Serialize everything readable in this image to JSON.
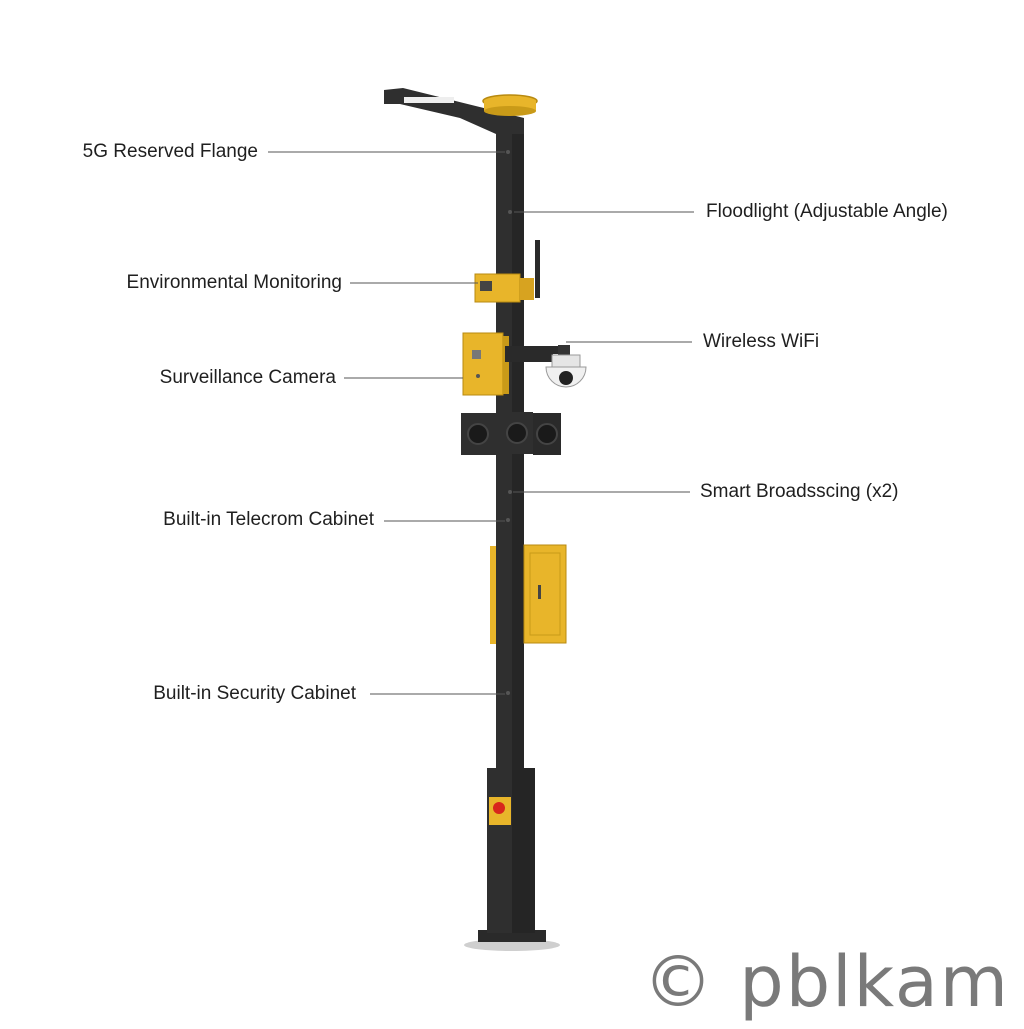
{
  "labels": {
    "flange": "5G Reserved Flange",
    "floodlight": "Floodlight (Adjustable Angle)",
    "env": "Environmental Monitoring",
    "wifi": "Wireless WiFi",
    "camera": "Surveillance Camera",
    "broadcast": "Smart Broadsscing (x2)",
    "telecom": "Built-in Telecrom Cabinet",
    "security": "Built-in Security Cabinet"
  },
  "watermark": "© pblkam",
  "colors": {
    "pole": "#2f2f2f",
    "accent": "#e8b52a",
    "background": "#ffffff",
    "leader": "#555555"
  }
}
